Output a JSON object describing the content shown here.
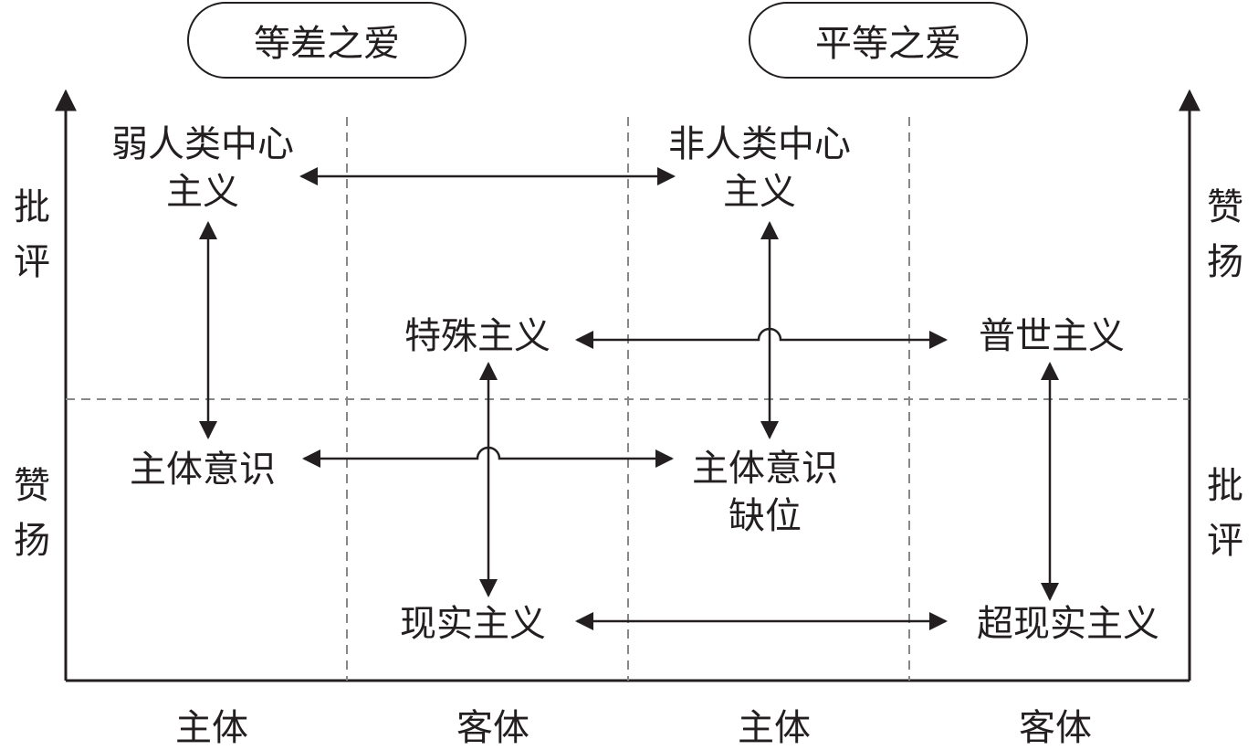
{
  "header": {
    "left_badge": "等差之爱",
    "right_badge": "平等之爱"
  },
  "left_axis": {
    "top": [
      "批",
      "评"
    ],
    "bottom": [
      "赞",
      "扬"
    ]
  },
  "right_axis": {
    "top": [
      "赞",
      "扬"
    ],
    "bottom": [
      "批",
      "评"
    ]
  },
  "nodes": {
    "weak_anthropocentrism": [
      "弱人类中心",
      "主义"
    ],
    "non_anthropocentrism": [
      "非人类中心",
      "主义"
    ],
    "particularism": "特殊主义",
    "universalism": "普世主义",
    "subject_consciousness": "主体意识",
    "subject_consciousness_absent": [
      "主体意识",
      "缺位"
    ],
    "realism": "现实主义",
    "surrealism": "超现实主义"
  },
  "x_categories": [
    "主体",
    "客体",
    "主体",
    "客体"
  ]
}
